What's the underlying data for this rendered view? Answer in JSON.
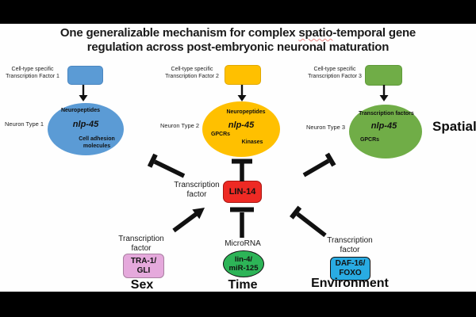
{
  "title": {
    "line1_prefix": "One generalizable mechanism for complex ",
    "line1_underlined_word": "spatio",
    "line1_suffix": "-temporal gene",
    "line2": "regulation across post-embryonic neuronal maturation"
  },
  "colors": {
    "neuron1_blue": "#5B9BD5",
    "neuron2_yellow": "#FFC000",
    "neuron3_green": "#70AD47",
    "lin14_red": "#EE2A24",
    "tra1_pink": "#E5A9DC",
    "daf16_blue": "#29ABE2",
    "mir_green": "#2DB457"
  },
  "neuron1": {
    "tf_label_line1": "Cell-type specific",
    "tf_label_line2": "Transcription Factor 1",
    "neuron_label": "Neuron Type 1",
    "ellipse_top": "Neuropeptides",
    "gene": "nlp-45",
    "ellipse_bottom_line1": "Cell adhesion",
    "ellipse_bottom_line2": "molecules"
  },
  "neuron2": {
    "tf_label_line1": "Cell-type specific",
    "tf_label_line2": "Transcription Factor 2",
    "neuron_label": "Neuron Type 2",
    "ellipse_top": "Neuropeptides",
    "gene": "nlp-45",
    "ellipse_left": "GPCRs",
    "ellipse_right": "Kinases"
  },
  "neuron3": {
    "tf_label_line1": "Cell-type specific",
    "tf_label_line2": "Transcription Factor 3",
    "neuron_label": "Neuron Type 3",
    "ellipse_top": "Transcription factors",
    "gene": "nlp-45",
    "ellipse_left": "GPCRs"
  },
  "center": {
    "label_line1": "Transcription",
    "label_line2": "factor",
    "gene_box": "LIN-14"
  },
  "sex_regulator": {
    "label_line1": "Transcription",
    "label_line2": "factor",
    "box_line1": "TRA-1/",
    "box_line2": "GLI"
  },
  "time_regulator": {
    "label": "MicroRNA",
    "box_line1": "lin-4/",
    "box_line2": "miR-125"
  },
  "environment_regulator": {
    "label_line1": "Transcription",
    "label_line2": "factor",
    "box_line1": "DAF-16/",
    "box_line2": "FOXO"
  },
  "axis_labels": {
    "spatial": "Spatial",
    "sex": "Sex",
    "time": "Time",
    "environment": "Environment"
  }
}
